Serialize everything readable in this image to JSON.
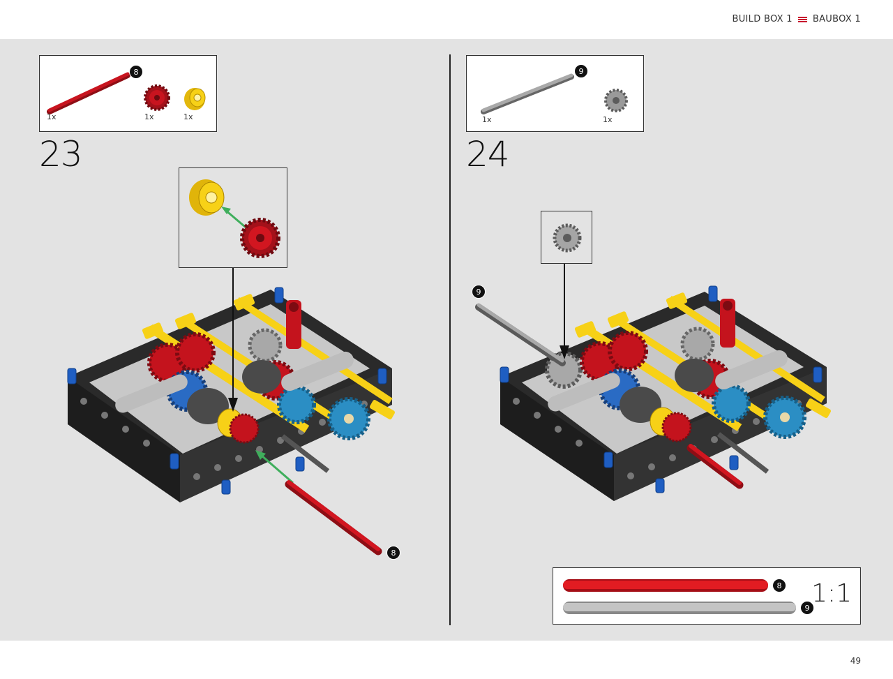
{
  "header": {
    "build_box_en": "BUILD BOX 1",
    "build_box_de": "BAUBOX 1"
  },
  "footer": {
    "page_number": "49"
  },
  "steps": [
    {
      "number": "23",
      "parts": [
        {
          "name": "red-axle",
          "qty": "1x",
          "badge": "8",
          "color": "#b5121b"
        },
        {
          "name": "red-gear",
          "qty": "1x",
          "color": "#b5121b"
        },
        {
          "name": "yellow-bush",
          "qty": "1x",
          "color": "#f7d117"
        }
      ],
      "axle_badge": "8"
    },
    {
      "number": "24",
      "parts": [
        {
          "name": "gray-axle",
          "qty": "1x",
          "badge": "9",
          "color": "#8a8a8a"
        },
        {
          "name": "gray-gear",
          "qty": "1x",
          "color": "#9a9a9a"
        }
      ],
      "axle_badge": "9"
    }
  ],
  "scale_reference": {
    "label": "1:1",
    "axles": [
      {
        "badge": "8",
        "color": "#d7191c"
      },
      {
        "badge": "9",
        "color": "#b8b8b8"
      }
    ]
  }
}
